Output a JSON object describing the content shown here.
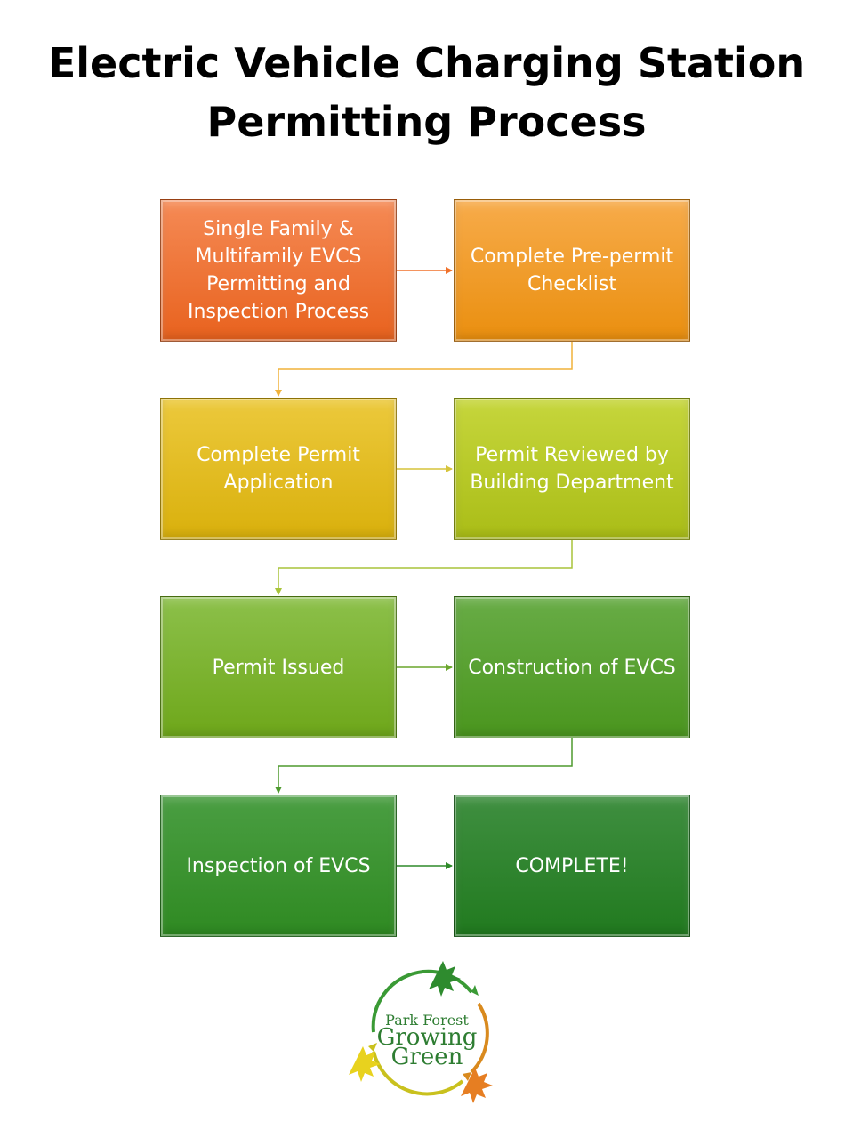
{
  "title": {
    "line1": "Electric Vehicle Charging Station",
    "line2": "Permitting Process"
  },
  "steps": [
    {
      "label": "Single Family & Multifamily EVCS Permitting and Inspection Process",
      "color_top": "#f58a55",
      "color_bottom": "#e8621e"
    },
    {
      "label": "Complete Pre-permit Checklist",
      "color_top": "#f7ab4a",
      "color_bottom": "#ea8f0f"
    },
    {
      "label": "Complete Permit Application",
      "color_top": "#ecc93c",
      "color_bottom": "#d9b00c"
    },
    {
      "label": "Permit Reviewed by Building Department",
      "color_top": "#c6d63c",
      "color_bottom": "#aabd17"
    },
    {
      "label": "Permit Issued",
      "color_top": "#8cc04a",
      "color_bottom": "#6ea71a"
    },
    {
      "label": "Construction of EVCS",
      "color_top": "#68ac46",
      "color_bottom": "#4a961e"
    },
    {
      "label": "Inspection of EVCS",
      "color_top": "#4a9e42",
      "color_bottom": "#2f8a22"
    },
    {
      "label": "COMPLETE!",
      "color_top": "#3f8f40",
      "color_bottom": "#217a1f"
    }
  ],
  "connector_colors": [
    "#f0712a",
    "#f0b23a",
    "#d6c43a",
    "#a8c43a",
    "#6aa62c",
    "#4e9a2e",
    "#2f8a2a"
  ],
  "logo": {
    "line1": "Park Forest",
    "line2": "Growing",
    "line3": "Green"
  }
}
